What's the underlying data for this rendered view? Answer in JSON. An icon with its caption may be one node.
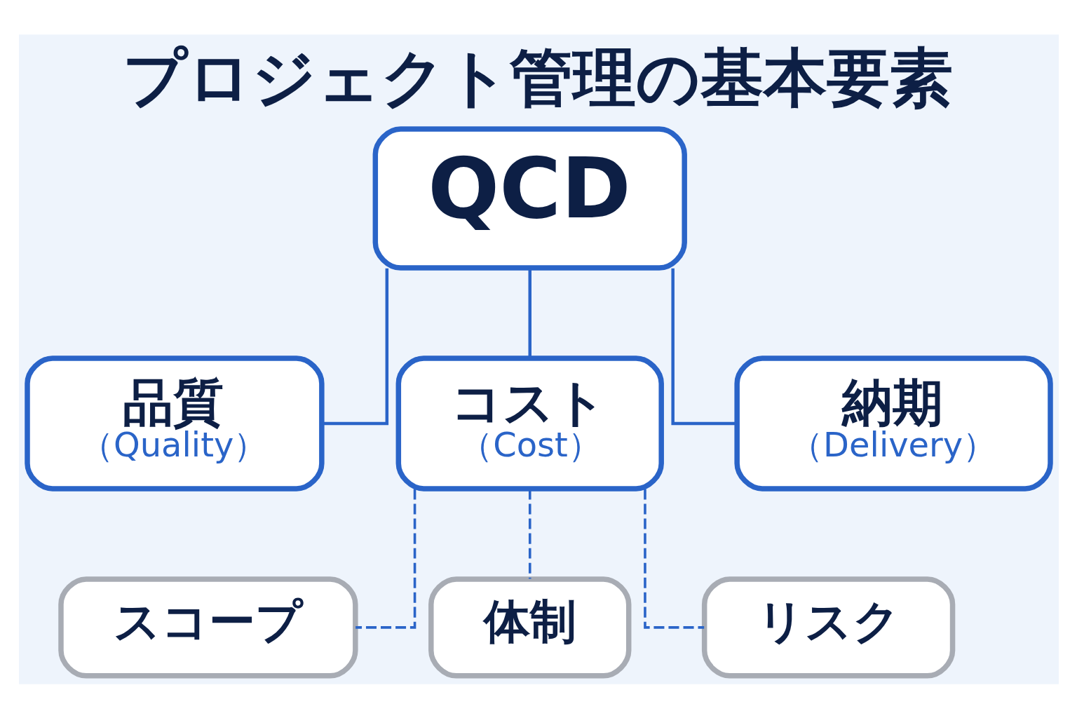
{
  "diagram": {
    "title": "プロジェクト管理の基本要素",
    "nodes": [
      {
        "text": [
          "QCD"
        ]
      },
      {
        "text": [
          "品質",
          "（Quality）"
        ]
      },
      {
        "text": [
          "コスト",
          "（Cost）"
        ]
      },
      {
        "text": [
          "納期",
          "（Delivery）"
        ]
      },
      {
        "text": [
          "スコープ"
        ]
      },
      {
        "text": [
          "体制"
        ]
      },
      {
        "text": [
          "リスク"
        ]
      }
    ],
    "edges": [
      {
        "from": 0,
        "to": 1,
        "arrow": "none"
      },
      {
        "from": 0,
        "to": 2,
        "arrow": "none"
      },
      {
        "from": 0,
        "to": 3,
        "arrow": "none"
      },
      {
        "from": 2,
        "to": 4,
        "arrow": "none",
        "style": "dashed"
      },
      {
        "from": 2,
        "to": 5,
        "arrow": "none",
        "style": "dashed"
      },
      {
        "from": 2,
        "to": 6,
        "arrow": "none",
        "style": "dashed"
      }
    ]
  }
}
